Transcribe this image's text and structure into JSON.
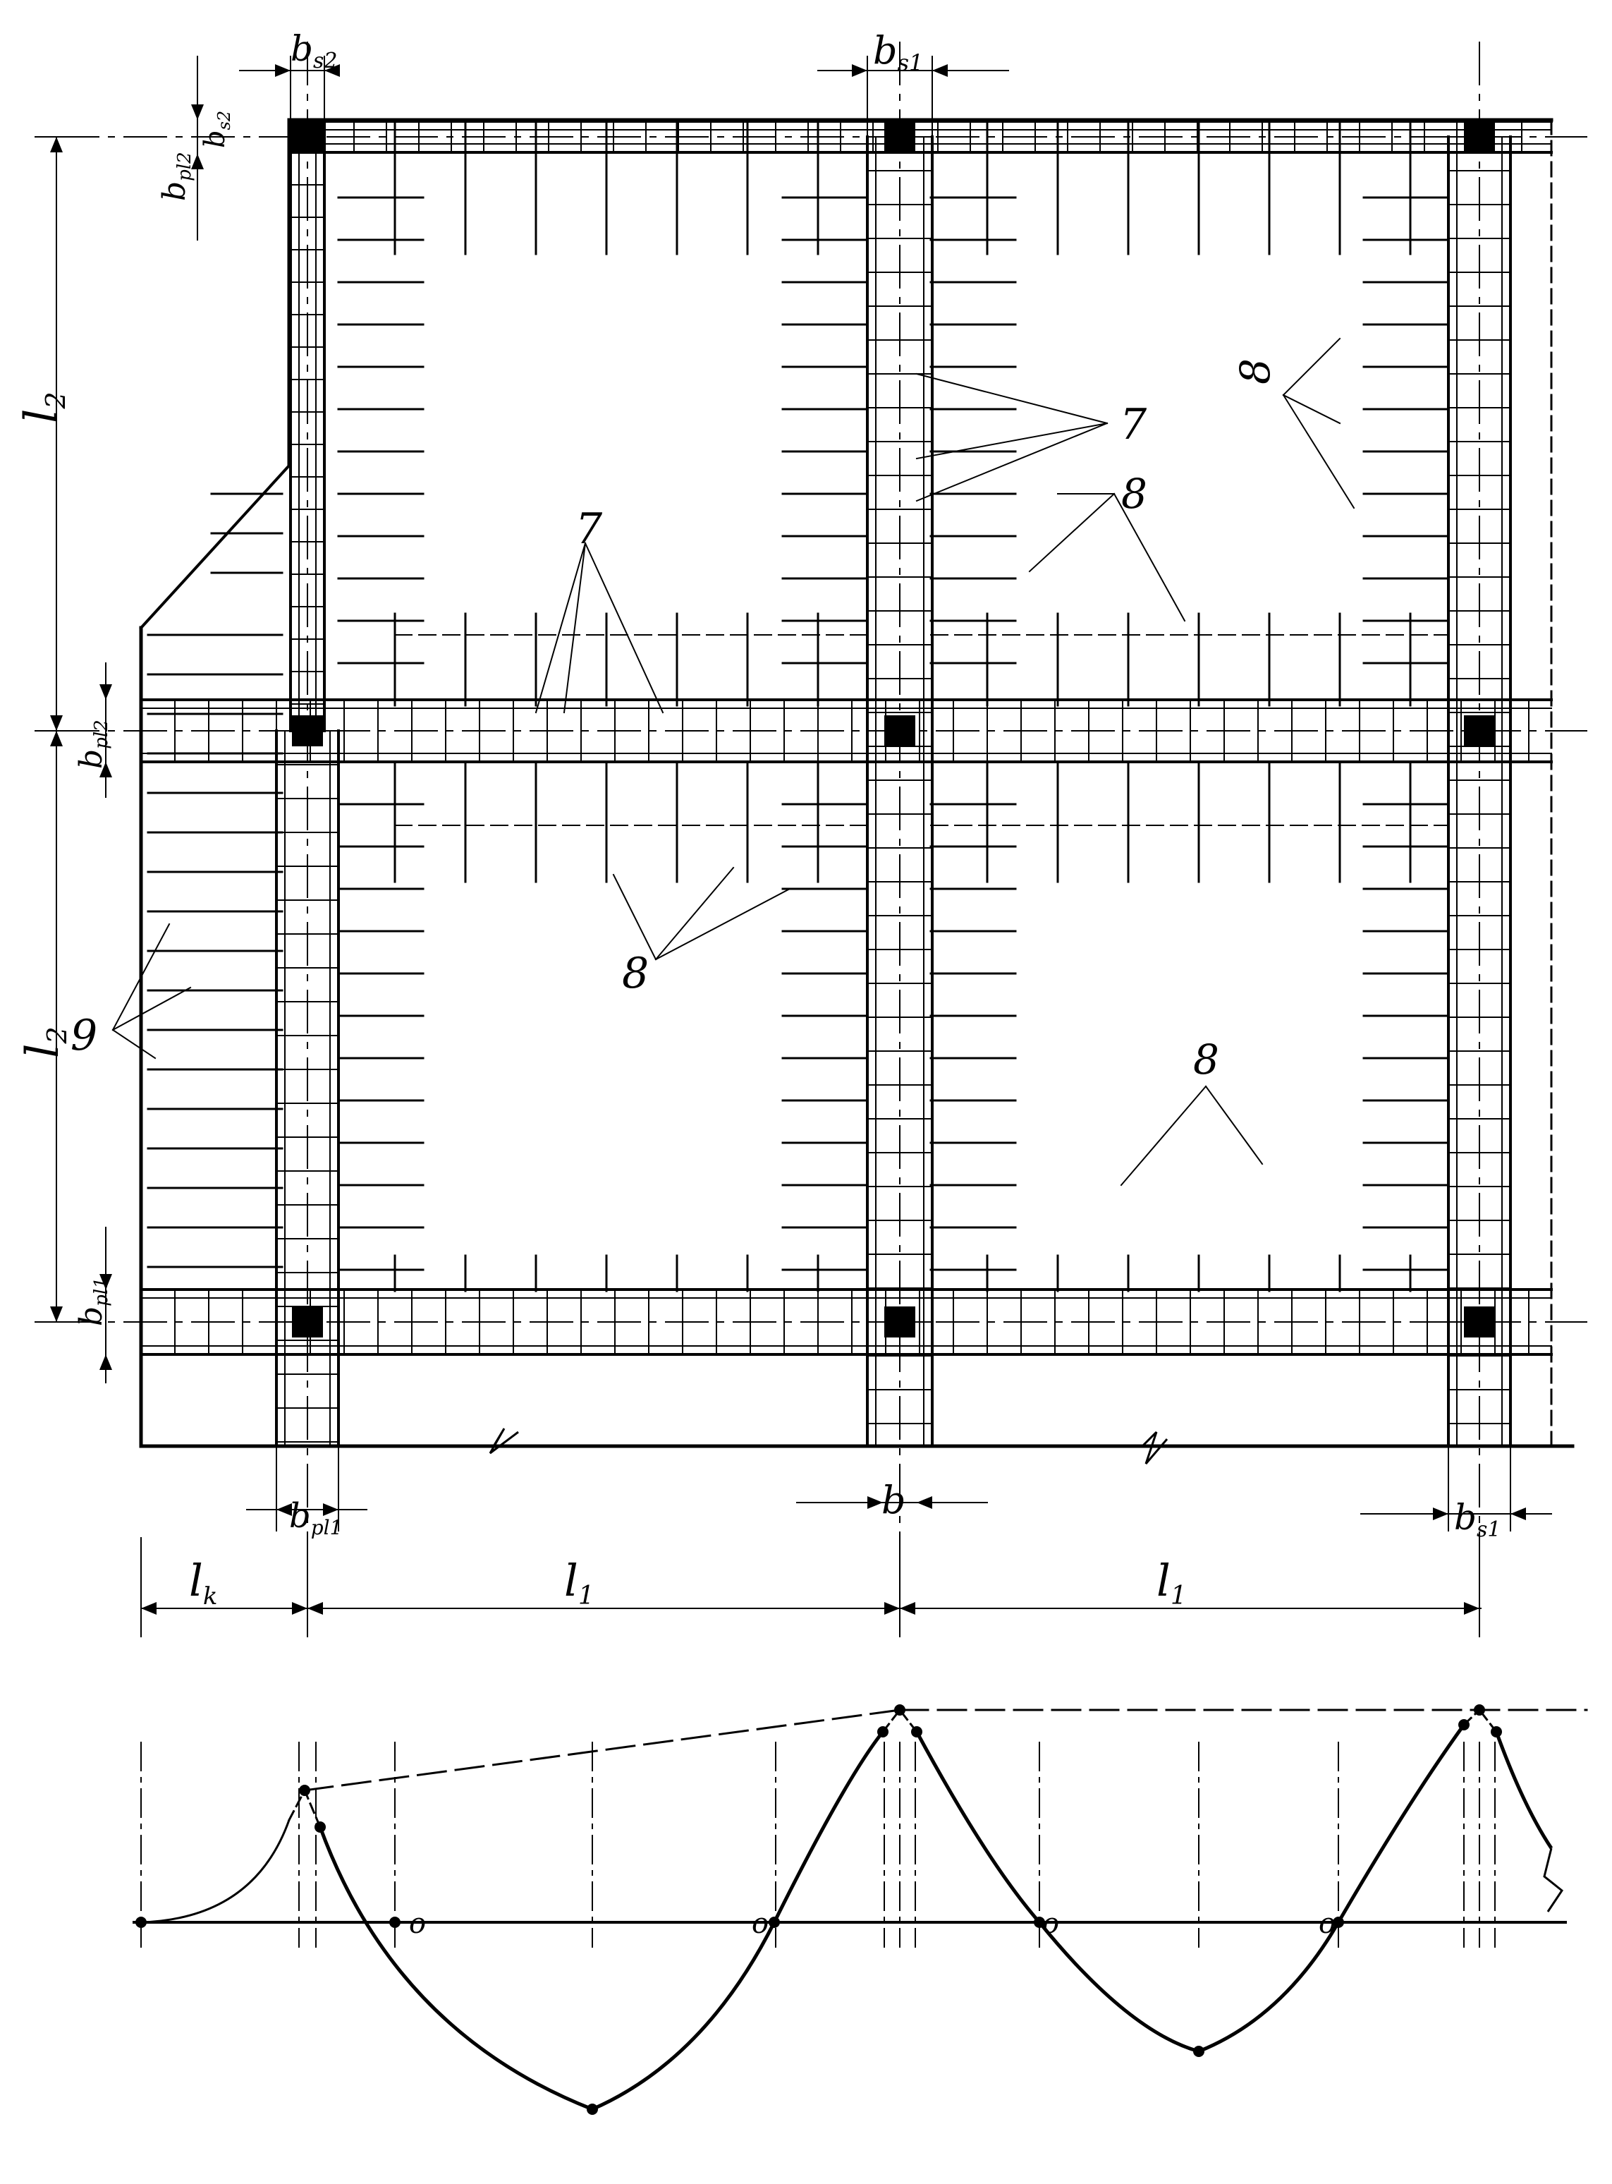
{
  "dimensions": {
    "b_s2": "b",
    "b_s2_sub": "s2",
    "b_s1_top": "b",
    "b_s1_top_sub": "s1",
    "b_s2_vertical": "b",
    "b_s2_vertical_sub": "s2",
    "b_pl2_top": "b",
    "b_pl2_top_sub": "pl2",
    "b_pl2_mid": "b",
    "b_pl2_mid_sub": "pl2",
    "b_pl1_left": "b",
    "b_pl1_left_sub": "pl1",
    "b_pl1_bottom": "b",
    "b_pl1_bottom_sub": "pl1",
    "b_bottom": "b",
    "b_s1_bottom": "b",
    "b_s1_bottom_sub": "s1",
    "l2_upper": "l",
    "l2_upper_sub": "2",
    "l2_lower": "l",
    "l2_lower_sub": "2",
    "lk": "l",
    "lk_sub": "k",
    "l1_left": "l",
    "l1_left_sub": "1",
    "l1_right": "l",
    "l1_right_sub": "1"
  },
  "callouts": {
    "seven_right": "7",
    "seven_mid": "7",
    "eight_upper": "8",
    "eight_right_rotated": "8",
    "eight_mid": "8",
    "eight_lower": "8",
    "nine": "9"
  },
  "zero_marks": [
    "o",
    "o",
    "o",
    "o"
  ]
}
